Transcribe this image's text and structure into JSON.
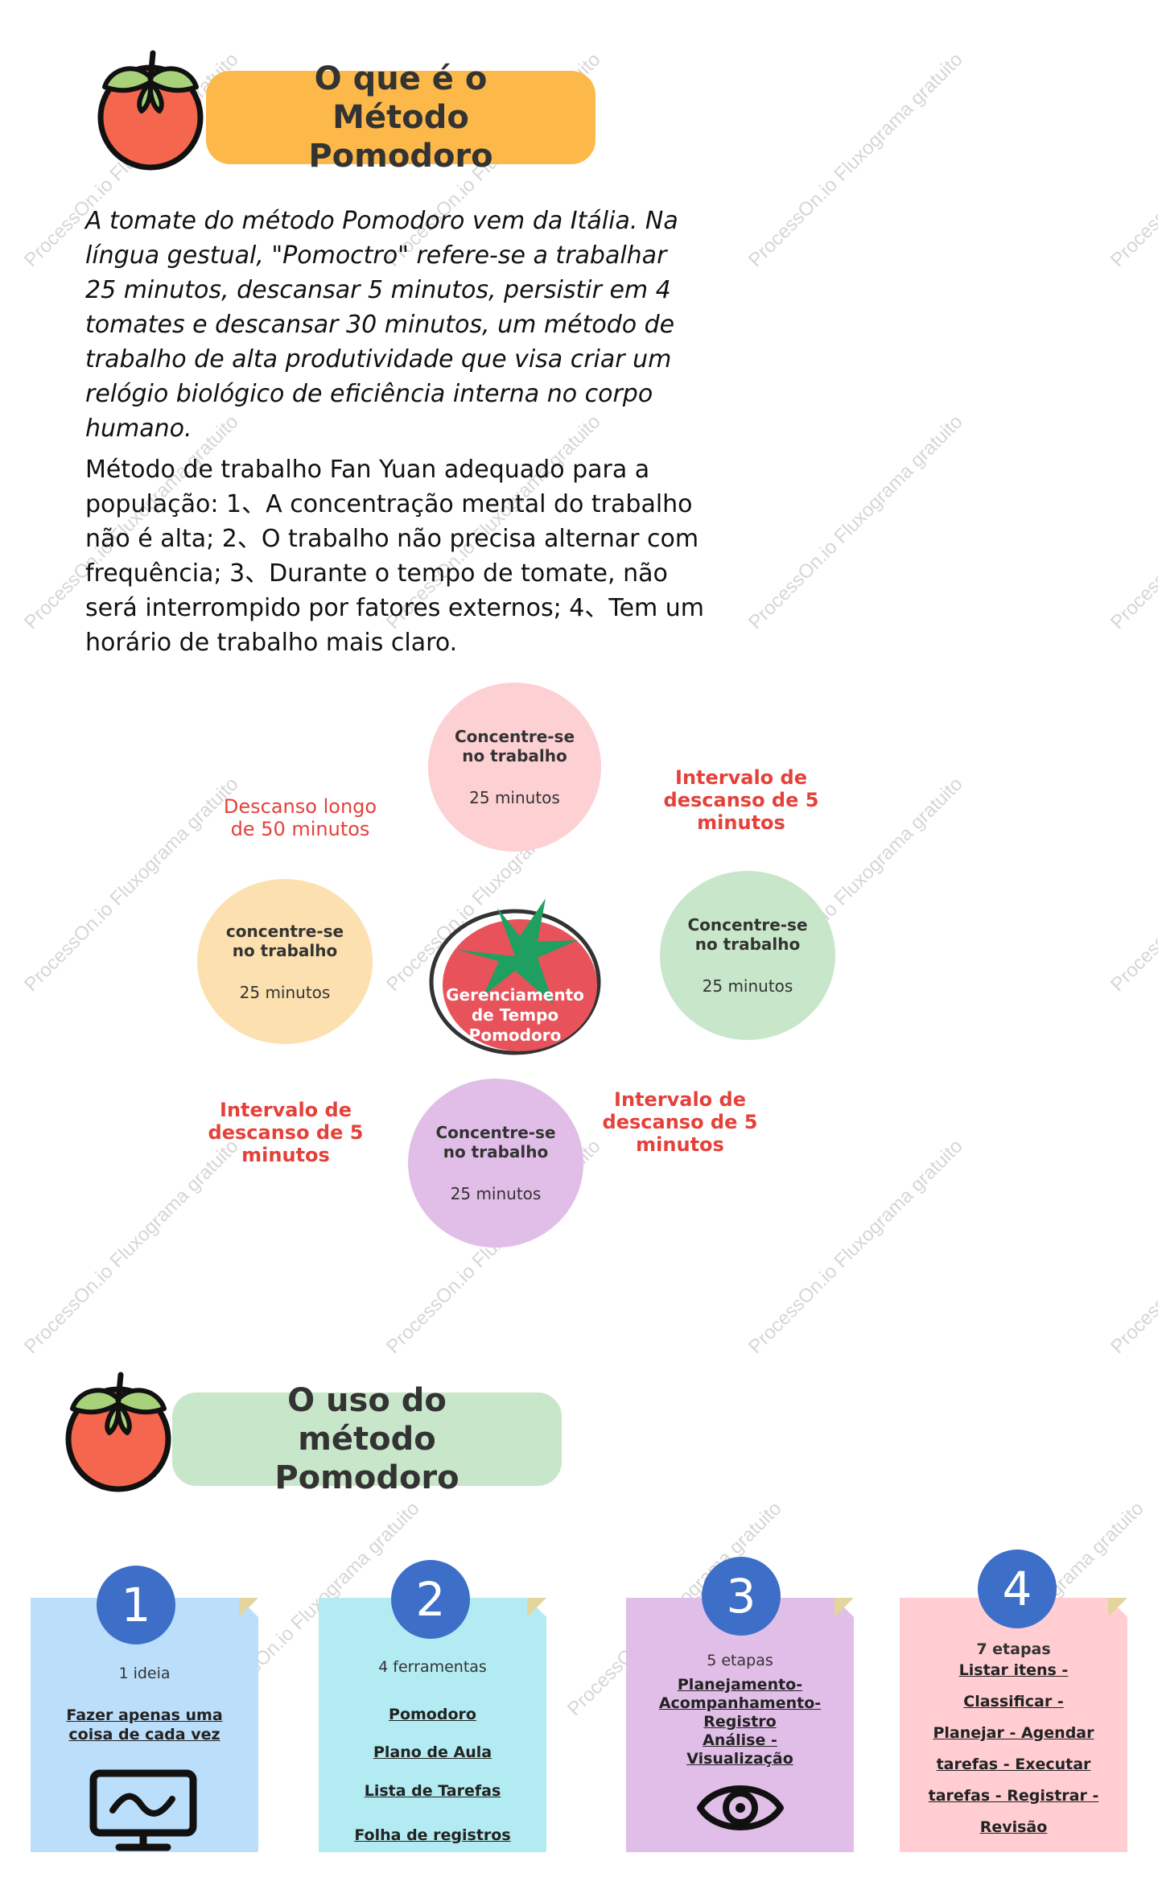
{
  "section1": {
    "title": "O que é o Método Pomodoro",
    "para1": "A tomate do método Pomodoro vem da Itália. Na língua gestual, \"Pomoctro\" refere-se a trabalhar 25 minutos, descansar 5 minutos, persistir em 4 tomates e descansar 30 minutos, um método de trabalho de alta produtividade que visa criar um relógio biológico de eficiência interna no corpo humano.",
    "para2": "Método de trabalho Fan Yuan adequado para a população: 1、A concentração mental do trabalho não é alta; 2、O trabalho não precisa alternar com frequência; 3、Durante o tempo de tomate, não será interrompido por fatores externos; 4、Tem um horário de trabalho mais claro."
  },
  "diagram": {
    "center": "Gerenciamento de Tempo Pomodoro",
    "circle_top": {
      "title": "Concentre-se no trabalho",
      "minutes": "25 minutos"
    },
    "circle_right": {
      "title": "Concentre-se no trabalho",
      "minutes": "25 minutos"
    },
    "circle_bottom": {
      "title": "Concentre-se no trabalho",
      "minutes": "25 minutos"
    },
    "circle_left": {
      "title": "concentre-se no trabalho",
      "minutes": "25 minutos"
    },
    "label_long_break": "Descanso longo de 50 minutos",
    "label_top_right": "Intervalo de descanso de 5 minutos",
    "label_bottom_right": "Intervalo de descanso de 5 minutos",
    "label_bottom_left": "Intervalo de descanso de 5 minutos",
    "colors": {
      "top": "#fdd0d4",
      "right": "#c8e6c9",
      "bottom": "#e1bee7",
      "left": "#fde0b0",
      "tomato": "#e8525a",
      "leaf": "#20a060"
    }
  },
  "section2": {
    "title": "O uso do método Pomodoro",
    "cards": [
      {
        "num": "1",
        "heading": "1 ideia",
        "links": [
          "Fazer apenas uma coisa de cada vez"
        ],
        "color": "#bbdefb"
      },
      {
        "num": "2",
        "heading": "4 ferramentas",
        "links": [
          "Pomodoro",
          "Plano de Aula",
          "Lista de Tarefas",
          "Folha de registros"
        ],
        "color": "#b2ebf2"
      },
      {
        "num": "3",
        "heading": "5 etapas",
        "links": [
          "Planejamento-",
          "Acompanhamento-",
          "Registro",
          "Análise -",
          "Visualização"
        ],
        "color": "#e1bee7"
      },
      {
        "num": "4",
        "heading": "7 etapas",
        "links": [
          "Listar itens -",
          "Classificar -",
          "Planejar - Agendar",
          "tarefas - Executar",
          "tarefas - Registrar -",
          "Revisão"
        ],
        "color": "#ffcdd2"
      }
    ]
  },
  "watermark": "ProcessOn.io Fluxograma gratuito"
}
